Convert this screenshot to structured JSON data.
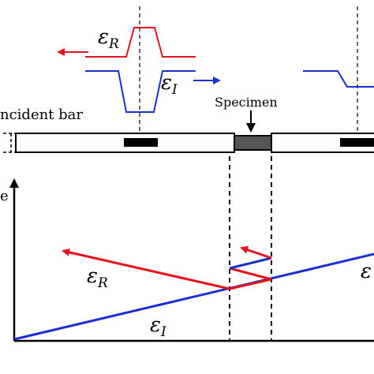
{
  "labels": {
    "incident_bar": "ncident bar",
    "specimen": "Specimen",
    "axis_fragment": "e"
  },
  "symbols": {
    "reflected_main": "ε",
    "reflected_sub": "R",
    "incident_main": "ε",
    "incident_sub": "I",
    "transmitted_main": "ε"
  },
  "colors": {
    "reflected": "#e3151c",
    "incident": "#1a2fd0",
    "structure": "#000000",
    "specimen_fill": "#555555"
  }
}
